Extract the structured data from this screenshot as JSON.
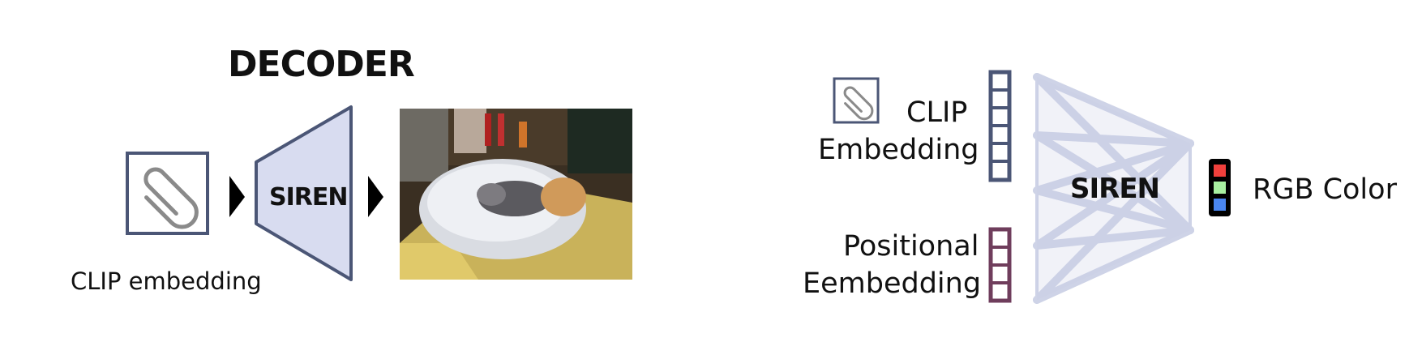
{
  "left": {
    "title": "DECODER",
    "input_label": "CLIP embedding",
    "model_label": "SIREN"
  },
  "right": {
    "clip_label_line1": "CLIP",
    "clip_label_line2": "Embedding",
    "pos_label_line1": "Positional",
    "pos_label_line2": "Eembedding",
    "model_label": "SIREN",
    "output_label": "RGB Color"
  },
  "colors": {
    "clip_box": "#4b5676",
    "pos_box": "#6f3d5c",
    "siren_fill": "#d8dcf0",
    "network_lines": "#c6cce3",
    "rgb_red": "#f0403c",
    "rgb_green": "#a8f0a0",
    "rgb_blue": "#4a86f0"
  }
}
